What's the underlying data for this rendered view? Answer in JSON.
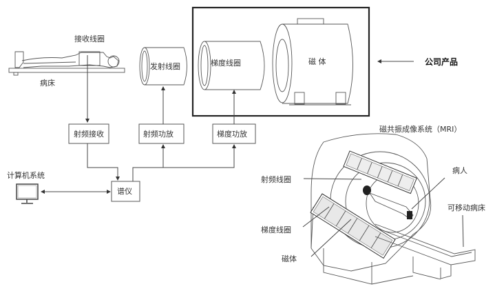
{
  "diagram": {
    "title": "磁共振成像系统（MRI）",
    "left": {
      "receive_coil": "接收线圈",
      "bed": "病床",
      "transmit_coil": "发射线圈",
      "gradient_coil": "梯度线圈",
      "magnet": "磁 体",
      "company_product": "公司产品",
      "rf_receive": "射频接收",
      "rf_amp": "射频功放",
      "gradient_amp": "梯度功放",
      "spectrometer": "谱仪",
      "computer_system": "计算机系统"
    },
    "right": {
      "rf_coil": "射频线圈",
      "gradient_coil": "梯度线圈",
      "magnet": "磁体",
      "patient": "病人",
      "movable_bed": "可移动病床"
    }
  }
}
